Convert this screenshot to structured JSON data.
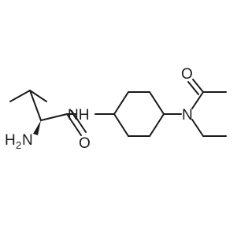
{
  "molecule": {
    "atom_labels": {
      "nh": "NH",
      "amine_n": "N",
      "amine_h": "H",
      "amine_sub": "2",
      "amide_o": "O",
      "acetyl_o": "O",
      "tertiary_n": "N"
    },
    "colors": {
      "ink": "#1a1a1a",
      "background": "#ffffff"
    }
  }
}
